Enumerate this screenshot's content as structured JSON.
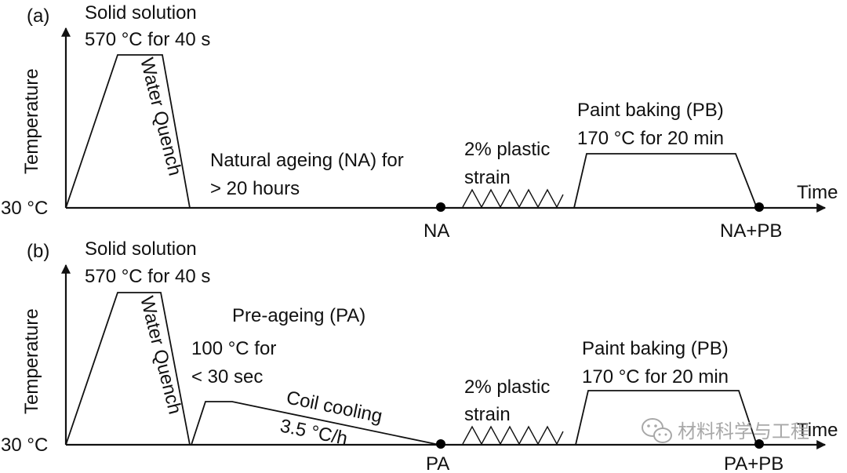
{
  "panel_a": {
    "tag": "(a)",
    "solution_line1": "Solid solution",
    "solution_line2": "570 °C for 40 s",
    "y_axis_label": "Temperature",
    "quench_label": "Water Quench",
    "start_temp": "30 °C",
    "na_line1": "Natural ageing (NA) for",
    "na_line2": "> 20 hours",
    "strain_line1": "2% plastic",
    "strain_line2": "strain",
    "pb_line1": "Paint baking (PB)",
    "pb_line2": "170 °C for 20 min",
    "x_axis_label": "Time",
    "point1": "NA",
    "point2": "NA+PB"
  },
  "panel_b": {
    "tag": "(b)",
    "solution_line1": "Solid solution",
    "solution_line2": "570 °C for 40 s",
    "y_axis_label": "Temperature",
    "quench_label": "Water Quench",
    "start_temp": "30 °C",
    "pa_title": "Pre-ageing (PA)",
    "pa_line1": "100 °C for",
    "pa_line2": "< 30 sec",
    "coil_line1": "Coil cooling",
    "coil_line2": "3.5 °C/h",
    "strain_line1": "2% plastic",
    "strain_line2": "strain",
    "pb_line1": "Paint baking (PB)",
    "pb_line2": "170 °C for 20 min",
    "x_axis_label": "Time",
    "point1": "PA",
    "point2": "PA+PB"
  },
  "watermark": {
    "icon": "wechat-icon",
    "text": "材料科学与工程"
  }
}
